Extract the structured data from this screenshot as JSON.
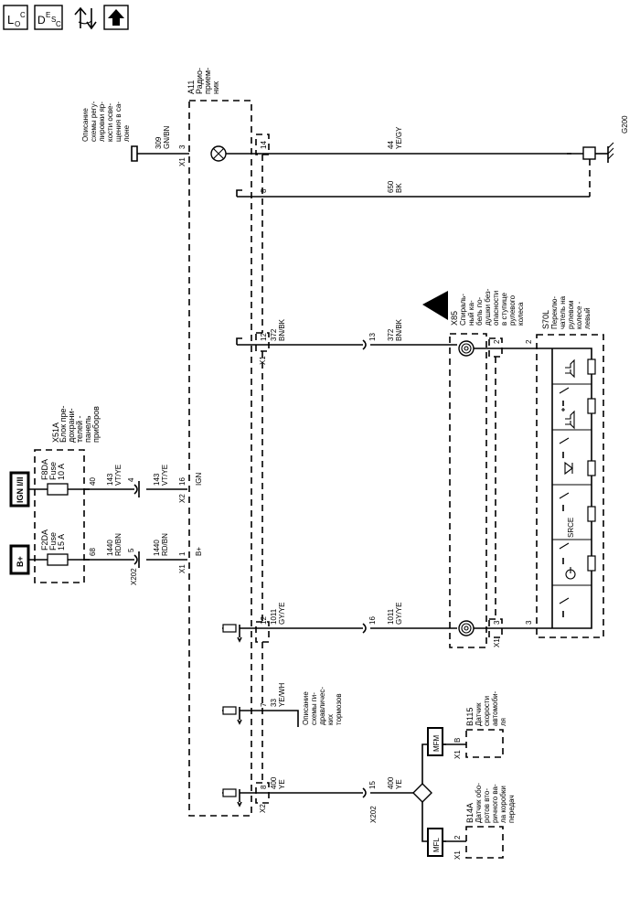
{
  "toolbar": {
    "loc_main": "L",
    "loc_sub": "O",
    "loc_sup": "C",
    "desc_main": "D",
    "desc_sup": "E",
    "desc_mid": "S",
    "desc_sub": "C",
    "icons": [
      "location-icon",
      "description-icon",
      "connector-view-icon",
      "up-arrow-icon"
    ]
  },
  "power": {
    "bplus": "B+",
    "ign": "IGN I/II"
  },
  "fuse_block": {
    "id": "X51A",
    "name_lines": [
      "Блок пре-",
      "дохрани-",
      "телей -",
      "панель",
      "приборов"
    ],
    "fuse1": {
      "id": "F2DA",
      "word": "Fuse",
      "rating": "15 A",
      "pin": "68"
    },
    "fuse2": {
      "id": "F8DA",
      "word": "Fuse",
      "rating": "10 A",
      "pin": "40"
    }
  },
  "splice_wires": {
    "w1440a": {
      "num": "1440",
      "color": "RD/BN"
    },
    "w143a": {
      "num": "143",
      "color": "VT/YE"
    },
    "w1440b": {
      "num": "1440",
      "color": "RD/BN"
    },
    "w143b": {
      "num": "143",
      "color": "VT/YE"
    },
    "pin5": "5",
    "pin4": "4",
    "conn": "X202"
  },
  "radio": {
    "id": "A11",
    "name_lines": [
      "Радио-",
      "прием-",
      "ник"
    ],
    "pin_bplus": "1",
    "lbl_bplus": "B+",
    "conn_x1": "X1",
    "pin_ign": "16",
    "lbl_ign": "IGN",
    "conn_x2": "X2",
    "pin14": "14",
    "pin3": "3",
    "pin8": "8",
    "pin12": "12",
    "pin7": "7",
    "pin8b": "8"
  },
  "dim": {
    "note_lines": [
      "Описание",
      "схемы регу-",
      "лировки яр-",
      "кости осве-",
      "щения в са-",
      "лоне"
    ],
    "wire309": {
      "num": "309",
      "color": "GN/BN"
    },
    "wire44": {
      "num": "44",
      "color": "YE/GY"
    },
    "wire650": {
      "num": "650",
      "color": "BK"
    },
    "ground": "G200"
  },
  "wire372a": {
    "num": "372",
    "color": "BN/BK"
  },
  "wire372b": {
    "num": "372",
    "color": "BN/BK"
  },
  "wire1011a": {
    "num": "1011",
    "color": "GY/YE"
  },
  "wire1011b": {
    "num": "1011",
    "color": "GY/YE"
  },
  "wire33": {
    "num": "33",
    "color": "YE/WH"
  },
  "brake_note_lines": [
    "Описание",
    "схемы ги-",
    "дравличес-",
    "ких",
    "тормозов"
  ],
  "wire400a": {
    "num": "400",
    "color": "YE"
  },
  "wire400b": {
    "num": "400",
    "color": "YE"
  },
  "inline_pins": {
    "p13": "13",
    "p16": "16",
    "p15": "15",
    "conn": "X202"
  },
  "clockspring": {
    "id": "X85",
    "name_lines": [
      "Спираль-",
      "ный ка-",
      "бель по-",
      "душки без-",
      "опасности",
      "в ступице",
      "рулевого",
      "колеса"
    ],
    "pin2": "2",
    "pin3": "3",
    "conn": "X1"
  },
  "switch": {
    "id": "S70L",
    "name_lines": [
      "Переклю-",
      "чатель на",
      "рулевом",
      "колесе -",
      "левый"
    ],
    "pin2": "2",
    "pin3": "3",
    "srce": "SRCE"
  },
  "mfm": {
    "tag": "MFM"
  },
  "mfl": {
    "tag": "MFL"
  },
  "sensor_b115": {
    "id": "B115",
    "pin": "B",
    "conn": "X1",
    "name_lines": [
      "Датчик",
      "скорости",
      "автомоби-",
      "ля"
    ]
  },
  "sensor_b14a": {
    "id": "B14A",
    "pin": "2",
    "conn": "X1",
    "name_lines": [
      "Датчик обо-",
      "ротов вто-",
      "ричного ва-",
      "ла коробки",
      "передач"
    ]
  }
}
